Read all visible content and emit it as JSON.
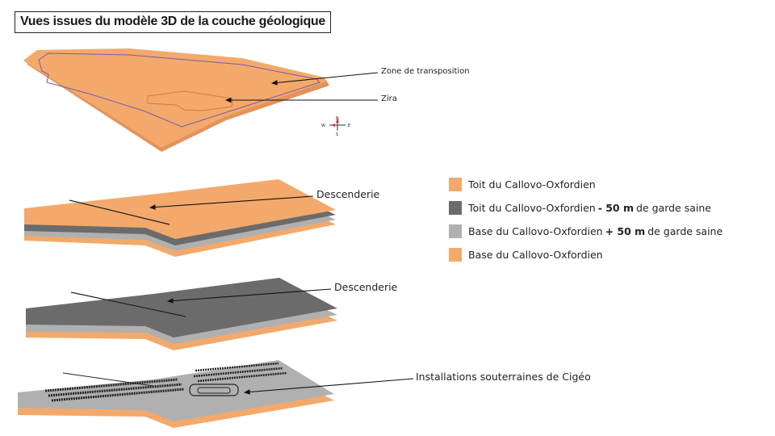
{
  "title": "Vues issues du modèle 3D de la couche géologique",
  "colors": {
    "orange": "#f3a96b",
    "orange_dark": "#e08d4f",
    "dark_gray": "#6b6b6b",
    "light_gray": "#b0b0b0",
    "outline_purple": "#7a5aa8"
  },
  "labels": {
    "zone_transposition": "Zone de transposition",
    "zira": "Zira",
    "descenderie_1": "Descenderie",
    "descenderie_2": "Descenderie",
    "installations": "Installations souterraines de Cigéo"
  },
  "compass": {
    "n": "N",
    "s": "S",
    "e": "E",
    "w": "W"
  },
  "legend": [
    {
      "color": "#f3a96b",
      "text_before": "Toit du Callovo-Oxfordien",
      "bold": "",
      "text_after": ""
    },
    {
      "color": "#6b6b6b",
      "text_before": "Toit du Callovo-Oxfordien",
      "bold": "- 50 m",
      "text_after": "de garde saine"
    },
    {
      "color": "#b0b0b0",
      "text_before": "Base du Callovo-Oxfordien",
      "bold": "+ 50 m",
      "text_after": "de garde saine"
    },
    {
      "color": "#f3a96b",
      "text_before": "Base du Callovo-Oxfordien",
      "bold": "",
      "text_after": ""
    }
  ]
}
